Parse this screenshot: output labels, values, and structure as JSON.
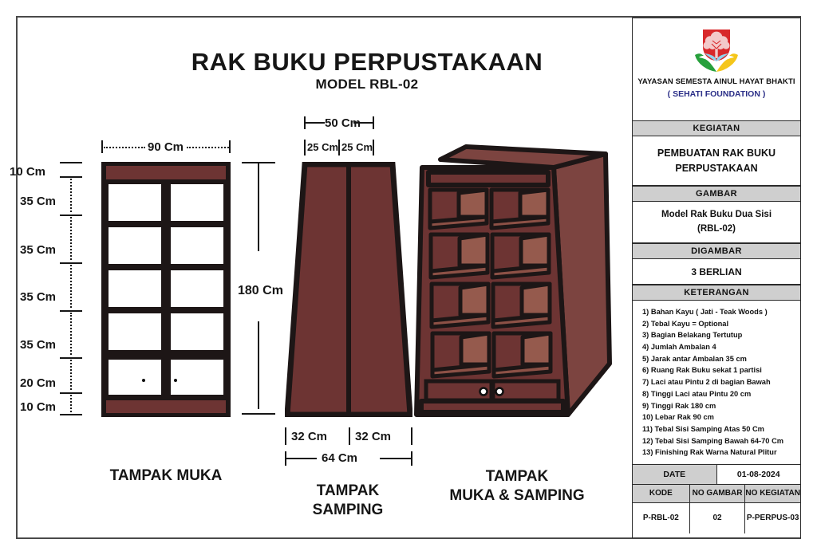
{
  "drawing": {
    "main_title": "RAK BUKU PERPUSTAKAAN",
    "model_subtitle": "MODEL RBL-02"
  },
  "front_view": {
    "caption": "TAMPAK MUKA",
    "width_label": "90 Cm",
    "height_label": "180 Cm",
    "segments": [
      "10 Cm",
      "35 Cm",
      "35 Cm",
      "35 Cm",
      "35 Cm",
      "20 Cm",
      "10 Cm"
    ]
  },
  "side_view": {
    "caption_line1": "TAMPAK",
    "caption_line2": "SAMPING",
    "top_total": "50 Cm",
    "top_left": "25 Cm",
    "top_right": "25 Cm",
    "bottom_left": "32 Cm",
    "bottom_right": "32 Cm",
    "bottom_total": "64 Cm"
  },
  "iso_view": {
    "caption_line1": "TAMPAK",
    "caption_line2": "MUKA & SAMPING"
  },
  "title_block": {
    "org_name": "YAYASAN SEMESTA AINUL HAYAT BHAKTI",
    "org_sub": "( SEHATI FOUNDATION )",
    "logo_icon": "shield-tree-hands-logo",
    "kegiatan_header": "KEGIATAN",
    "kegiatan_line1": "PEMBUATAN RAK BUKU",
    "kegiatan_line2": "PERPUSTAKAAN",
    "gambar_header": "GAMBAR",
    "gambar_line1": "Model Rak Buku Dua Sisi",
    "gambar_line2": "(RBL-02)",
    "digambar_header": "DIGAMBAR",
    "digambar_value": "3 BERLIAN",
    "keterangan_header": "KETERANGAN",
    "keterangan_items": [
      "1) Bahan Kayu ( Jati - Teak Woods )",
      "2) Tebal Kayu = Optional",
      "3) Bagian Belakang Tertutup",
      "4) Jumlah Ambalan 4",
      "5) Jarak antar Ambalan 35 cm",
      "6) Ruang Rak Buku sekat 1 partisi",
      "7) Laci atau Pintu 2 di bagian Bawah",
      "8) Tinggi Laci atau Pintu 20 cm",
      "9) Tinggi Rak 180 cm",
      "10) Lebar Rak 90 cm",
      "11) Tebal Sisi Samping Atas 50 Cm",
      "12) Tebal Sisi Samping Bawah 64-70 Cm",
      "13) Finishing Rak Warna Natural Plitur"
    ],
    "date_label": "DATE",
    "date_value": "01-08-2024",
    "kode_label": "KODE",
    "no_gambar_label": "NO GAMBAR",
    "no_kegiatan_label": "NO KEGIATAN",
    "kode_value": "P-RBL-02",
    "no_gambar_value": "02",
    "no_kegiatan_value": "P-PERPUS-03"
  },
  "colors": {
    "wood_dark": "#1d1616",
    "wood_band": "#6d3433",
    "wood_mid": "#7c4440",
    "wood_light": "#955a4d",
    "header_gray": "#cfcfcf",
    "accent_blue": "#2b2f88",
    "logo_red": "#d8282a",
    "logo_green": "#27a03c",
    "logo_yellow": "#f5c61a",
    "logo_blue": "#8fd4ef"
  }
}
